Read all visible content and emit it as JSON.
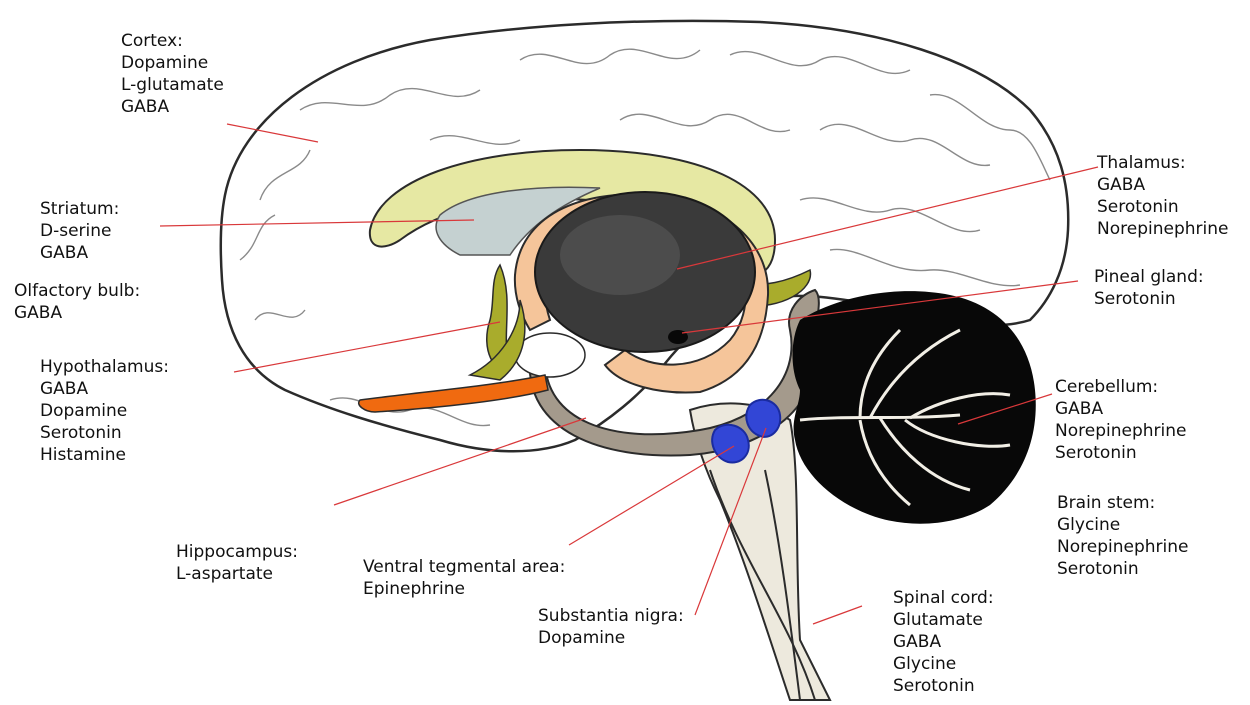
{
  "colors": {
    "background": "#ffffff",
    "brain_outline": "#2b2b2b",
    "leader_line": "#d9383a",
    "corpus_callosum": "#e6e8a3",
    "striatum": "#c5d1d1",
    "thalamus_ring": "#f5c59a",
    "thalamus_core": "#3a3a3a",
    "olive": "#a9ac2c",
    "brainstem_fill": "#ede9dd",
    "fornix_band": "#a49a8c",
    "olfactory": "#f06a10",
    "vta": "#3246d6",
    "cerebellum": "#080808"
  },
  "labels": {
    "cortex": {
      "title": "Cortex:",
      "items": [
        "Dopamine",
        "L-glutamate",
        "GABA"
      ]
    },
    "striatum": {
      "title": "Striatum:",
      "items": [
        "D-serine",
        "GABA"
      ]
    },
    "olfactory": {
      "title": "Olfactory bulb:",
      "items": [
        "GABA"
      ]
    },
    "hypothalamus": {
      "title": "Hypothalamus:",
      "items": [
        "GABA",
        "Dopamine",
        "Serotonin",
        "Histamine"
      ]
    },
    "hippocampus": {
      "title": "Hippocampus:",
      "items": [
        "L-aspartate"
      ]
    },
    "vta": {
      "title": "Ventral tegmental area:",
      "items": [
        "Epinephrine"
      ]
    },
    "substantia": {
      "title": "Substantia nigra:",
      "items": [
        "Dopamine"
      ]
    },
    "spinal": {
      "title": "Spinal cord:",
      "items": [
        "Glutamate",
        "GABA",
        "Glycine",
        "Serotonin"
      ]
    },
    "brainstem": {
      "title": "Brain stem:",
      "items": [
        "Glycine",
        "Norepinephrine",
        "Serotonin"
      ]
    },
    "cerebellum": {
      "title": "Cerebellum:",
      "items": [
        "GABA",
        "Norepinephrine",
        "Serotonin"
      ]
    },
    "pineal": {
      "title": "Pineal gland:",
      "items": [
        "Serotonin"
      ]
    },
    "thalamus": {
      "title": "Thalamus:",
      "items": [
        "GABA",
        "Serotonin",
        "Norepinephrine"
      ]
    }
  }
}
